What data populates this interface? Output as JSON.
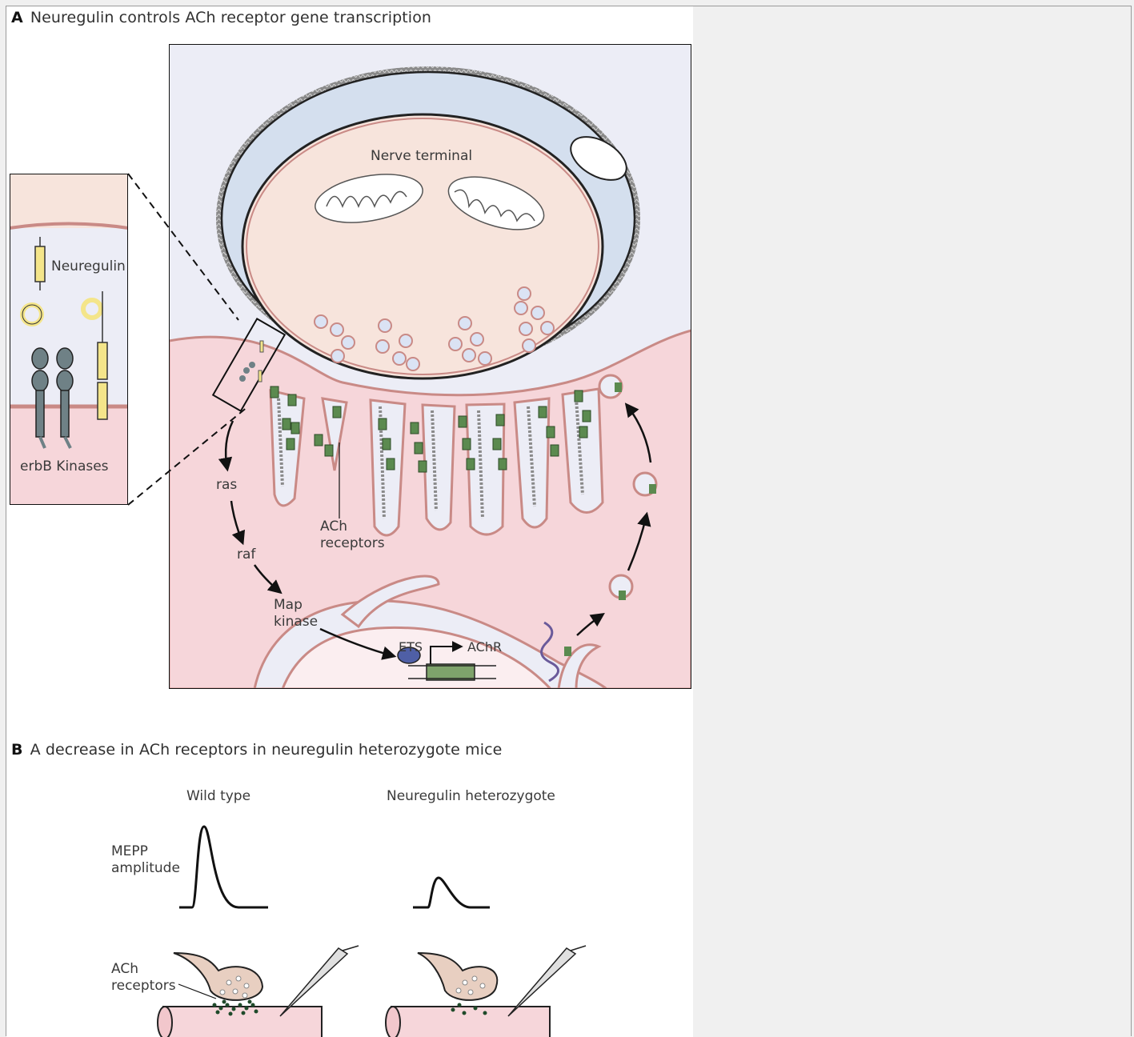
{
  "panel_a": {
    "letter": "A",
    "title": "Neuregulin controls ACh receptor gene transcription",
    "labels": {
      "nerve_terminal": "Nerve terminal",
      "neuregulin": "Neuregulin",
      "erbb_kinases": "erbB Kinases",
      "ras": "ras",
      "raf": "raf",
      "map_kinase_1": "Map",
      "map_kinase_2": "kinase",
      "ach_receptors_1": "ACh",
      "ach_receptors_2": "receptors",
      "ets": "ETS",
      "achr": "AChR"
    }
  },
  "panel_b": {
    "letter": "B",
    "title": "A decrease in ACh receptors in neuregulin heterozygote mice",
    "wild_type": "Wild type",
    "heterozygote": "Neuregulin heterozygote",
    "mepp_1": "MEPP",
    "mepp_2": "amplitude",
    "ach_1": "ACh",
    "ach_2": "receptors"
  },
  "colors": {
    "muscle": "#f6d6da",
    "synaptic_cleft": "#ecedf6",
    "terminal": "#f7e4dc",
    "schwann": "#d4dfee",
    "membrane": "#c98a86",
    "receptor": "#5b8a4f",
    "neuregulin": "#f4e58a",
    "erbb": "#6f8186",
    "ets": "#4f5fa6",
    "gene": "#7ea36b"
  }
}
